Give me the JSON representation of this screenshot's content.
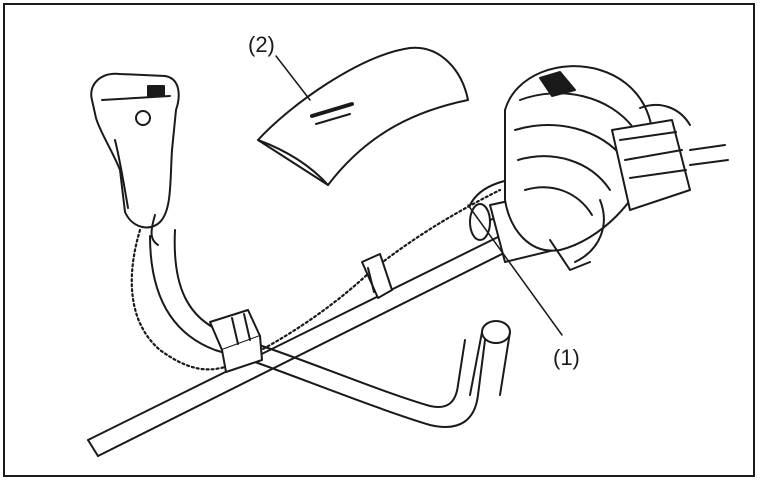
{
  "figure": {
    "callouts": [
      {
        "id": "1",
        "text": "(1)"
      },
      {
        "id": "2",
        "text": "(2)"
      }
    ],
    "colors": {
      "line": "#1a1a1a",
      "fill": "#ffffff",
      "shade": "#3a3a3a"
    }
  }
}
